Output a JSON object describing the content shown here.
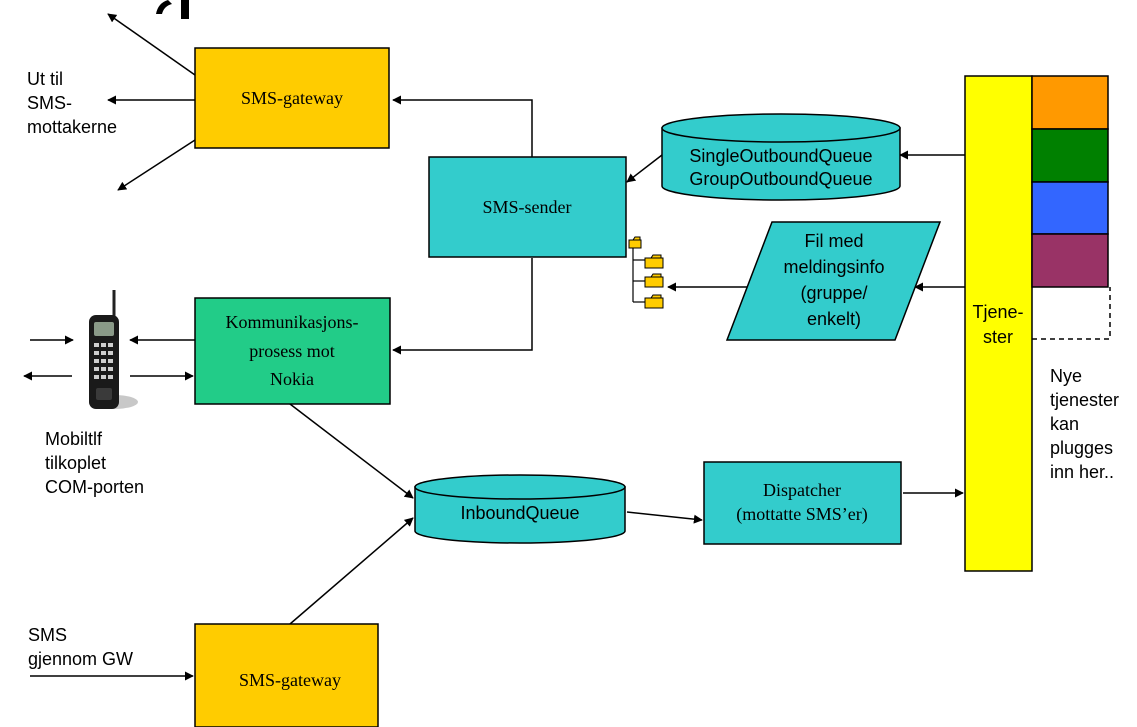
{
  "colors": {
    "gateway": "#FFCC00",
    "teal": "#33CCCC",
    "green": "#22CC88",
    "tjenester": "#FFFF00",
    "folder": "#FFCC00",
    "services": [
      "#FF9900",
      "#008000",
      "#3366FF",
      "#993366"
    ]
  },
  "nodes": {
    "sms_gateway_top": "SMS-gateway",
    "sms_sender": "SMS-sender",
    "outbound_queue": [
      "SingleOutboundQueue",
      "GroupOutboundQueue"
    ],
    "fil": [
      "Fil med",
      "meldingsinfo",
      "(gruppe/",
      "enkelt)"
    ],
    "kommunikasjon": [
      "Kommunikasjons-",
      "prosess mot",
      "Nokia"
    ],
    "inbound_queue": "InboundQueue",
    "dispatcher": [
      "Dispatcher",
      "(mottatte SMS’er)"
    ],
    "tjenester": [
      "Tjene-",
      "ster"
    ],
    "sms_gateway_bottom": "SMS-gateway"
  },
  "labels": {
    "ut_til": [
      "Ut til",
      "SMS-",
      "mottakerne"
    ],
    "mobil": [
      "Mobiltlf",
      "tilkoplet",
      "COM-porten"
    ],
    "sms_gw": [
      "SMS",
      "gjennom GW"
    ],
    "nye": [
      "Nye",
      "tjenester",
      "kan",
      "plugges",
      "inn her.."
    ]
  },
  "icons": {
    "phone": "mobile-phone-icon",
    "folders": "folder-tree-icon"
  }
}
